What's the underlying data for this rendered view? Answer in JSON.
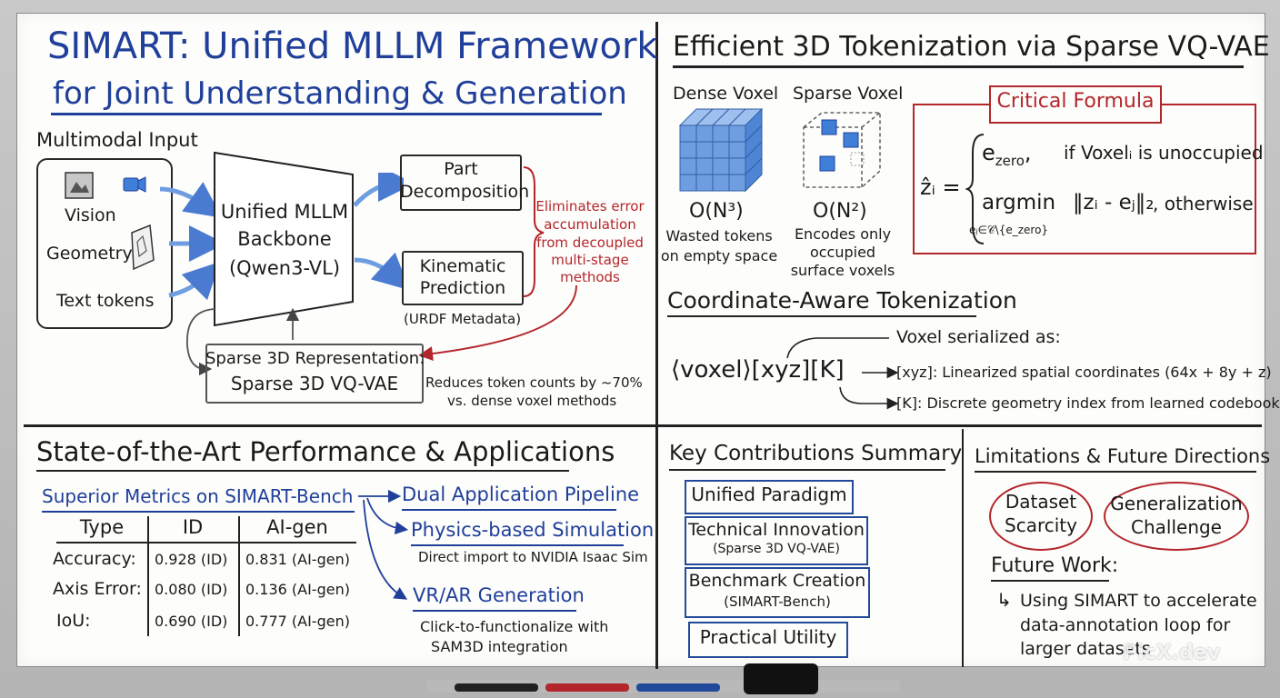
{
  "title": {
    "line1": "SIMART: Unified MLLM Framework",
    "line2": "for Joint Understanding & Generation"
  },
  "input": {
    "heading": "Multimodal Input",
    "items": [
      "Vision",
      "Geometry",
      "Text tokens"
    ]
  },
  "backbone": {
    "line1": "Unified MLLM",
    "line2": "Backbone",
    "line3": "(Qwen3-VL)"
  },
  "outputs": {
    "part": {
      "line1": "Part",
      "line2": "Decomposition"
    },
    "kin": {
      "line1": "Kinematic",
      "line2": "Prediction"
    },
    "urdf": "(URDF Metadata)"
  },
  "eliminates": [
    "Eliminates error",
    "accumulation",
    "from decoupled",
    "multi-stage",
    "methods"
  ],
  "sparse": {
    "line1": "Sparse 3D Representation:",
    "line2": "Sparse 3D VQ-VAE"
  },
  "reduces": {
    "line1": "Reduces token counts by ~70%",
    "line2": "vs. dense voxel methods"
  },
  "tokenization": {
    "title": "Efficient 3D Tokenization via Sparse VQ-VAE",
    "dense": {
      "label": "Dense Voxel",
      "complexity": "O(N³)",
      "desc1": "Wasted tokens",
      "desc2": "on empty space"
    },
    "sparse": {
      "label": "Sparse Voxel",
      "complexity": "O(N²)",
      "desc1": "Encodes only",
      "desc2": "occupied",
      "desc3": "surface voxels"
    }
  },
  "formula": {
    "title": "Critical Formula",
    "lhs": "ẑᵢ =",
    "case1_expr": "e",
    "case1_sub": "zero",
    "case1_sep": ",",
    "case1_cond": "if Voxelᵢ is unoccupied",
    "case2_expr": "argmin",
    "case2_norm": "‖zᵢ - eⱼ‖₂",
    "case2_cond": ", otherwise",
    "case2_sub": "eⱼ∈𝒞\\{e_zero}"
  },
  "coord": {
    "title": "Coordinate-Aware Tokenization",
    "serialized": "Voxel serialized as:",
    "token": "⟨voxel⟩[xyz][K]",
    "xyz": "[xyz]: Linearized spatial coordinates (64x + 8y + z)",
    "k": "[K]: Discrete geometry index from learned codebook"
  },
  "performance": {
    "title": "State-of-the-Art Performance & Applications",
    "metrics_title": "Superior Metrics on SIMART-Bench",
    "headers": [
      "Type",
      "ID",
      "AI-gen"
    ],
    "rows": [
      [
        "Accuracy:",
        "0.928 (ID)",
        "0.831 (AI-gen)"
      ],
      [
        "Axis Error:",
        "0.080 (ID)",
        "0.136 (AI-gen)"
      ],
      [
        "IoU:",
        "0.690 (ID)",
        "0.777 (AI-gen)"
      ]
    ],
    "dual": "Dual Application Pipeline",
    "physics": "Physics-based Simulation",
    "physics_desc": "Direct import to NVIDIA Isaac Sim",
    "vr": "VR/AR Generation",
    "vr_desc1": "Click-to-functionalize with",
    "vr_desc2": "SAM3D integration"
  },
  "contributions": {
    "title": "Key Contributions Summary",
    "items": [
      {
        "line1": "Unified Paradigm",
        "line2": ""
      },
      {
        "line1": "Technical Innovation",
        "line2": "(Sparse 3D VQ-VAE)"
      },
      {
        "line1": "Benchmark Creation",
        "line2": "(SIMART-Bench)"
      },
      {
        "line1": "Practical Utility",
        "line2": ""
      }
    ]
  },
  "limitations": {
    "title": "Limitations & Future Directions",
    "c1": {
      "line1": "Dataset",
      "line2": "Scarcity"
    },
    "c2": {
      "line1": "Generalization",
      "line2": "Challenge"
    },
    "future": "Future Work:",
    "arrow": "↳",
    "fw1": "Using SIMART to accelerate",
    "fw2": "data-annotation loop for",
    "fw3": "larger datasets"
  },
  "watermark": "PicX.dev",
  "colors": {
    "blue": "#1f3f9a",
    "red": "#b3262b",
    "ink": "#1b1b1b",
    "voxel": "#6f9ee0"
  }
}
